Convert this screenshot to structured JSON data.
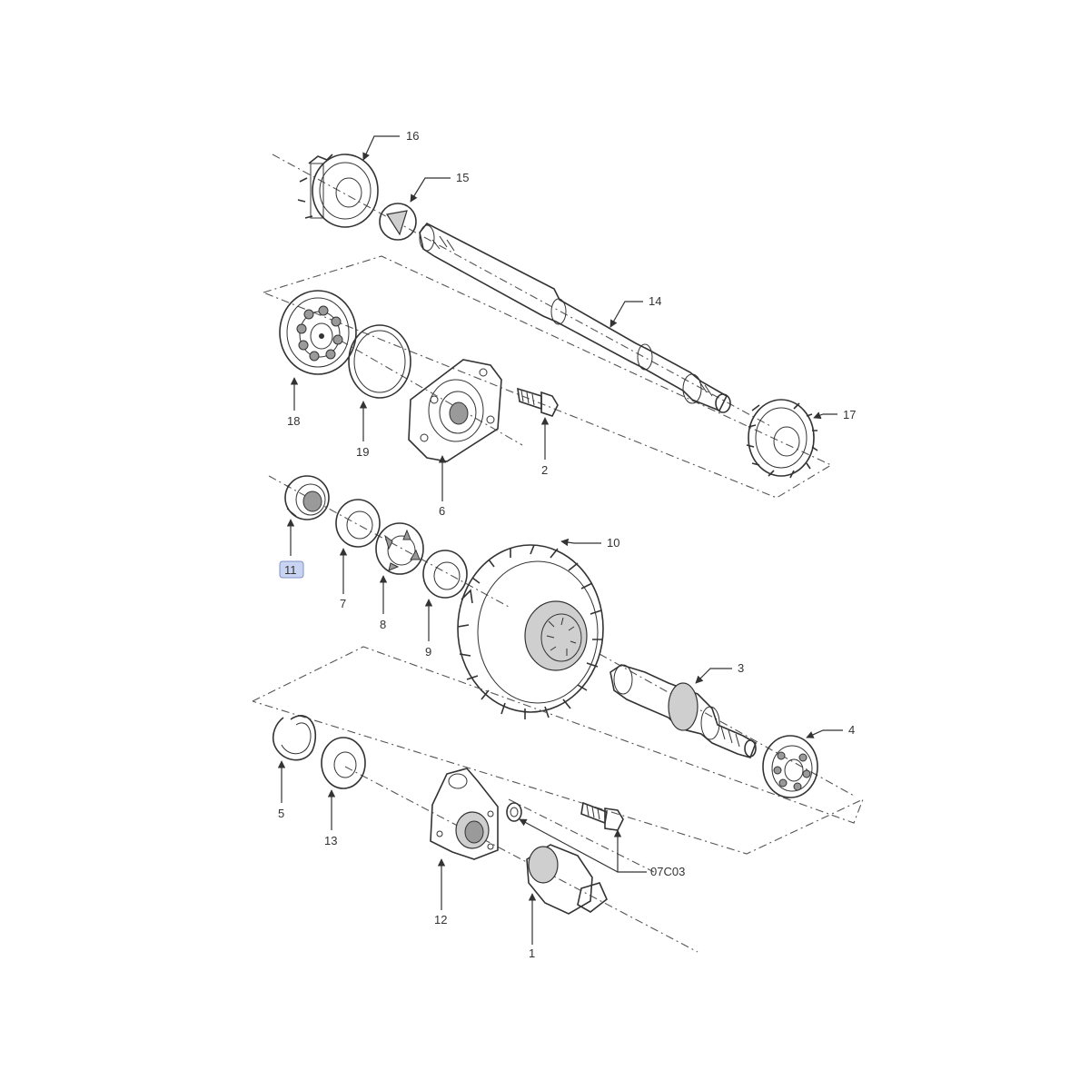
{
  "diagram": {
    "callouts": [
      {
        "id": "16",
        "label": "16"
      },
      {
        "id": "15",
        "label": "15"
      },
      {
        "id": "14",
        "label": "14"
      },
      {
        "id": "17",
        "label": "17"
      },
      {
        "id": "18",
        "label": "18"
      },
      {
        "id": "19",
        "label": "19"
      },
      {
        "id": "6",
        "label": "6"
      },
      {
        "id": "2",
        "label": "2"
      },
      {
        "id": "11",
        "label": "11",
        "highlighted": true
      },
      {
        "id": "7",
        "label": "7"
      },
      {
        "id": "8",
        "label": "8"
      },
      {
        "id": "9",
        "label": "9"
      },
      {
        "id": "10",
        "label": "10"
      },
      {
        "id": "3",
        "label": "3"
      },
      {
        "id": "4",
        "label": "4"
      },
      {
        "id": "5",
        "label": "5"
      },
      {
        "id": "13",
        "label": "13"
      },
      {
        "id": "12",
        "label": "12"
      },
      {
        "id": "1",
        "label": "1"
      },
      {
        "id": "07C03",
        "label": "07C03"
      }
    ],
    "highlight_color": "#c9d3f2",
    "line_color": "#333333"
  }
}
